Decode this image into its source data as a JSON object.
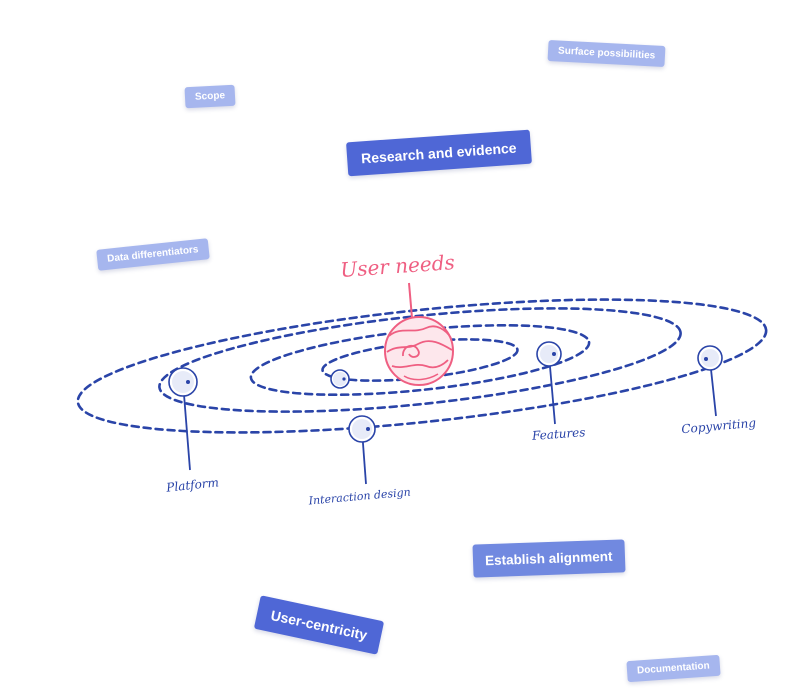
{
  "tags": {
    "scope": "Scope",
    "surface_possibilities": "Surface possibilities",
    "research_and_evidence": "Research and evidence",
    "data_differentiators": "Data differentiators",
    "establish_alignment": "Establish alignment",
    "user_centricity": "User-centricity",
    "documentation": "Documentation"
  },
  "diagram": {
    "center_label": "User needs",
    "planets": {
      "platform": "Platform",
      "interaction_design": "Interaction design",
      "features": "Features",
      "copywriting": "Copywriting"
    }
  },
  "colors": {
    "orbit": "#2a44a8",
    "accent": "#ef5f82",
    "tag_dark": "#4f67d6",
    "tag_mid": "#7189e0",
    "tag_light": "#a6b6ee"
  }
}
